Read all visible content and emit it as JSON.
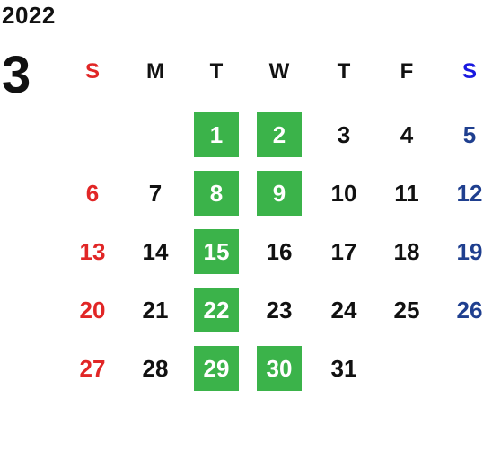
{
  "calendar": {
    "year": "2022",
    "month": "3",
    "weekdays": [
      "S",
      "M",
      "T",
      "W",
      "T",
      "F",
      "S"
    ],
    "first_weekday_index": 2,
    "days": [
      "1",
      "2",
      "3",
      "4",
      "5",
      "6",
      "7",
      "8",
      "9",
      "10",
      "11",
      "12",
      "13",
      "14",
      "15",
      "16",
      "17",
      "18",
      "19",
      "20",
      "21",
      "22",
      "23",
      "24",
      "25",
      "26",
      "27",
      "28",
      "29",
      "30",
      "31"
    ],
    "highlighted_days": [
      1,
      2,
      8,
      9,
      15,
      22,
      29,
      30
    ],
    "colors": {
      "sunday": "#e12626",
      "saturday": "#1f3f8f",
      "saturday_header": "#1818e0",
      "highlight": "#3bb34a",
      "text": "#111111"
    }
  }
}
